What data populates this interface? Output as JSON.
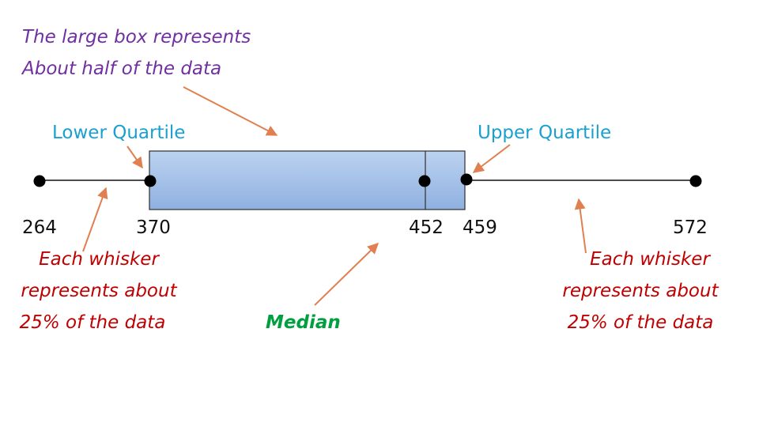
{
  "diagram": {
    "box_caption": [
      "The large box represents",
      "About half of the data"
    ],
    "lower_quartile_label": "Lower Quartile",
    "upper_quartile_label": "Upper Quartile",
    "values": {
      "minimum": "264",
      "lower_quartile": "370",
      "median": "452",
      "upper_quartile": "459",
      "maximum": "572"
    },
    "whisker_caption_left": [
      "Each whisker",
      "represents about",
      "25% of the data"
    ],
    "whisker_caption_right": [
      "Each whisker",
      "represents about",
      "25% of the data"
    ],
    "median_label": "Median"
  },
  "colors": {
    "box_fill_top": "#b8d0ee",
    "box_fill_bottom": "#8fb0e0",
    "box_stroke": "#2e2e2e",
    "arrow": "#e08050",
    "caption_purple": "#7030a0",
    "quartile_blue": "#1aa0d0",
    "whisker_red": "#c00000",
    "median_green": "#00a040"
  }
}
